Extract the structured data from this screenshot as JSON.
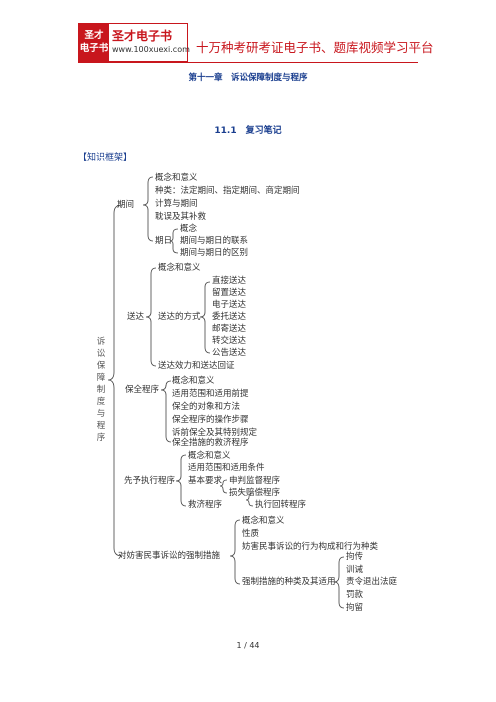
{
  "header": {
    "logo_mark": "圣才\n电子书",
    "logo_name": "圣才电子书",
    "logo_url": "www.100xuexi.com",
    "platform": "十万种考研考证电子书、题库视频学习平台"
  },
  "chapter_title": "第十一章　诉讼保障制度与程序",
  "section_title": "11.1　复习笔记",
  "knowledge_label": "【知识框架】",
  "tree": {
    "root": "诉讼保障制度与程序",
    "period": {
      "label": "期间",
      "items": [
        "概念和意义",
        "种类：法定期间、指定期间、商定期间",
        "计算与期间",
        "耽误及其补救"
      ],
      "date": {
        "label": "期日",
        "items": [
          "概念",
          "期间与期日的联系",
          "期间与期日的区别"
        ]
      }
    },
    "service": {
      "label": "送达",
      "concept": "概念和意义",
      "methods_label": "送达的方式",
      "methods": [
        "直接送达",
        "留置送达",
        "电子送达",
        "委托送达",
        "邮寄送达",
        "转交送达",
        "公告送达"
      ],
      "effect": "送达效力和送达回证"
    },
    "preservation": {
      "label": "保全程序",
      "items": [
        "概念和意义",
        "适用范围和适用前提",
        "保全的对象和方法",
        "保全程序的操作步骤",
        "诉前保全及其特别规定",
        "保全措施的救济程序"
      ]
    },
    "advance": {
      "label": "先予执行程序",
      "items": [
        "概念和意义",
        "适用范围和适用条件"
      ],
      "basic_label": "基本要求",
      "basic": "申判监督程序",
      "loss": "损失赔偿程序",
      "remedy_label": "救济程序",
      "remedy": "执行回转程序"
    },
    "coercive": {
      "label": "对妨害民事诉讼的强制措施",
      "items": [
        "概念和意义",
        "性质",
        "妨害民事诉讼的行为构成和行为种类"
      ],
      "types_label": "强制措施的种类及其适用",
      "types": [
        "拘传",
        "训诫",
        "责令退出法庭",
        "罚款",
        "拘留"
      ]
    }
  },
  "page_number": "1 / 44"
}
